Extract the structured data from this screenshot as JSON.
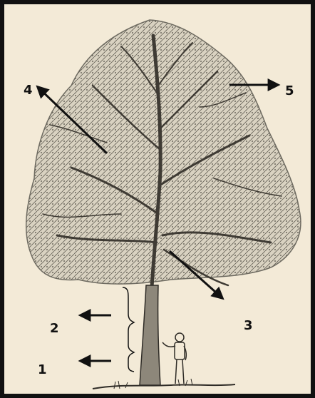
{
  "figure": {
    "labels": [
      "1",
      "2",
      "3",
      "4",
      "5"
    ],
    "colors": {
      "paper": "#f3ead7",
      "ink": "#111111",
      "foliage": "#6d6a60",
      "border": "#111111"
    }
  }
}
